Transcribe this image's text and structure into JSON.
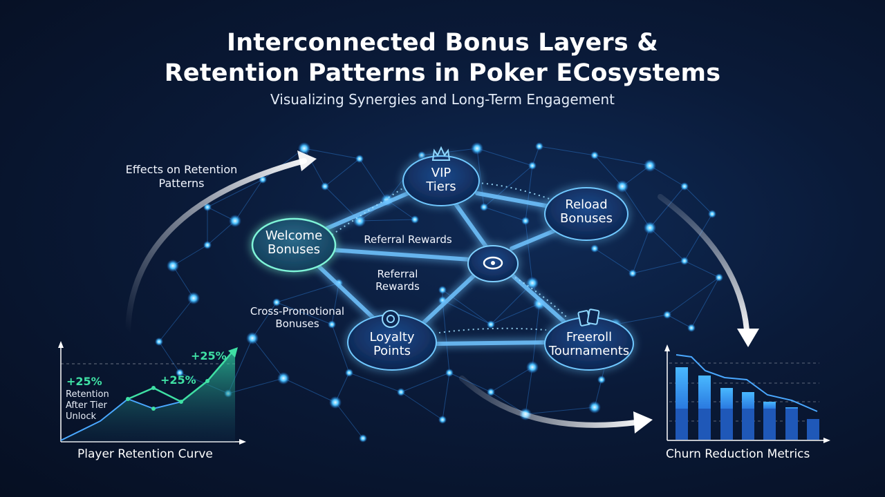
{
  "header": {
    "title_line1": "Interconnected Bonus Layers &",
    "title_line2": "Retention Patterns in Poker ECosystems",
    "subtitle": "Visualizing Synergies and Long-Term Engagement"
  },
  "nodes": {
    "vip": [
      "VIP",
      "Tiers"
    ],
    "reload": [
      "Reload",
      "Bonuses"
    ],
    "welcome": [
      "Welcome",
      "Bonuses"
    ],
    "loyalty": [
      "Loyalty",
      "Points"
    ],
    "freeroll": [
      "Freeroll",
      "Tournaments"
    ]
  },
  "labels": {
    "referral_1": "Referral Rewards",
    "referral_2": [
      "Referral",
      "Rewards"
    ],
    "cross_promo": [
      "Cross-Promotional",
      "Bonuses"
    ],
    "effects": [
      "Effects on Retention",
      "Patterns"
    ]
  },
  "retention_chart": {
    "title": "Player Retention Curve",
    "annotations": [
      "+25%",
      "+25%",
      "+25%"
    ],
    "note": [
      "Retention",
      "After Tier",
      "Unlock"
    ]
  },
  "churn_chart": {
    "title": "Churn Reduction Metrics"
  },
  "colors": {
    "accent": "#3aa8ff",
    "glow_green": "#5ff0c8",
    "teal": "#3fe0a4",
    "background": "#0a1a38"
  }
}
